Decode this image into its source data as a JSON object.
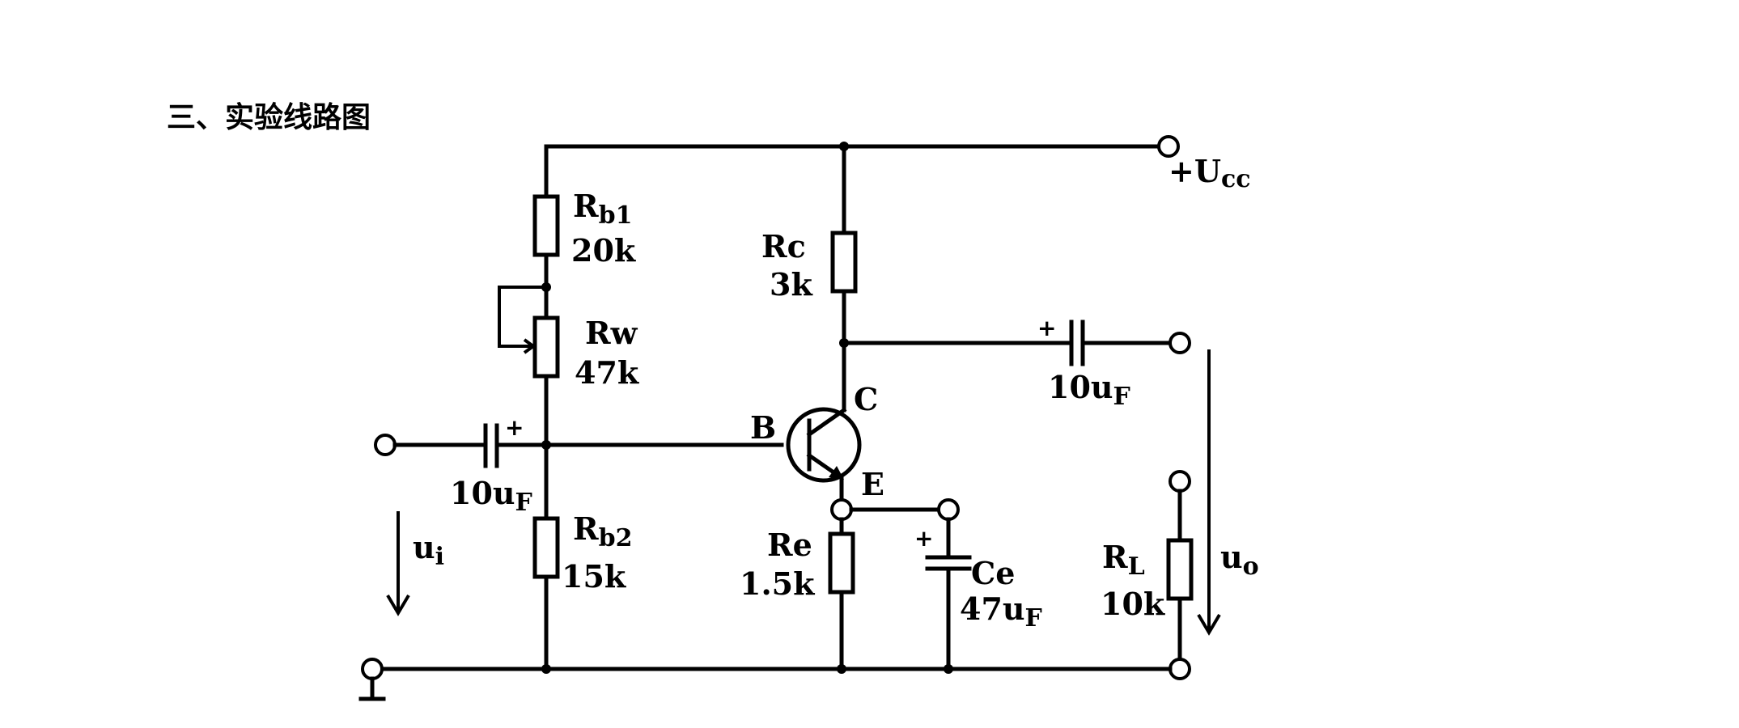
{
  "heading": "三、实验线路图",
  "supply": {
    "plus": "+",
    "main": "U",
    "sub": "cc"
  },
  "rb1": {
    "main": "R",
    "sub": "b1",
    "value": "20k"
  },
  "rw": {
    "name": "Rw",
    "value": "47k"
  },
  "rb2": {
    "main": "R",
    "sub": "b2",
    "value": "15k"
  },
  "rc": {
    "name": "Rc",
    "value": "3k"
  },
  "re": {
    "name": "Re",
    "value": "1.5k"
  },
  "ce": {
    "name": "Ce",
    "value_main": "47u",
    "value_sub": "F",
    "plus": "+"
  },
  "rl": {
    "main": "R",
    "sub": "L",
    "value": "10k"
  },
  "c_in": {
    "value_main": "10u",
    "value_sub": "F",
    "plus": "+"
  },
  "c_out": {
    "value_main": "10u",
    "value_sub": "F",
    "plus": "+"
  },
  "transistor": {
    "base": "B",
    "collector": "C",
    "emitter": "E"
  },
  "input": {
    "main": "u",
    "sub": "i"
  },
  "output": {
    "main": "u",
    "sub": "o"
  }
}
